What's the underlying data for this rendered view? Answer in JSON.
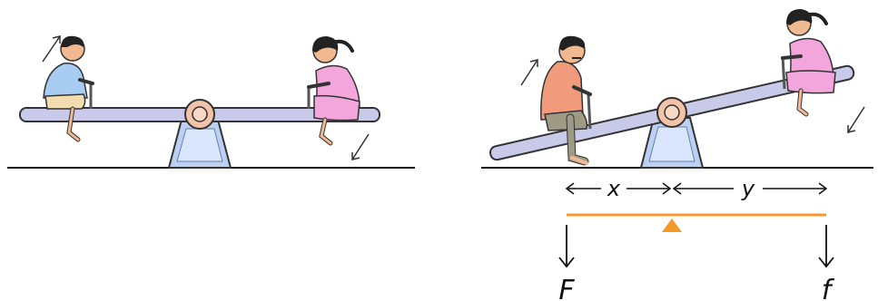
{
  "labels": {
    "x": "x",
    "y": "y",
    "force_left": "F",
    "force_right": "f"
  },
  "colors": {
    "plank": "#c9c9ea",
    "fulcrum": "#bcd0f4",
    "pivot": "#f2c3a8",
    "balance_line": "#f39a2a",
    "ground": "#111111",
    "girl_dress": "#f3a6dc",
    "boy_shirt": "#a9cdf2",
    "man_shirt": "#f29a7c",
    "man_trousers": "#9e9a86"
  },
  "icons": [
    "motion-arrow-up",
    "motion-arrow-down",
    "fulcrum-triangle-icon",
    "force-arrow-down-icon"
  ]
}
